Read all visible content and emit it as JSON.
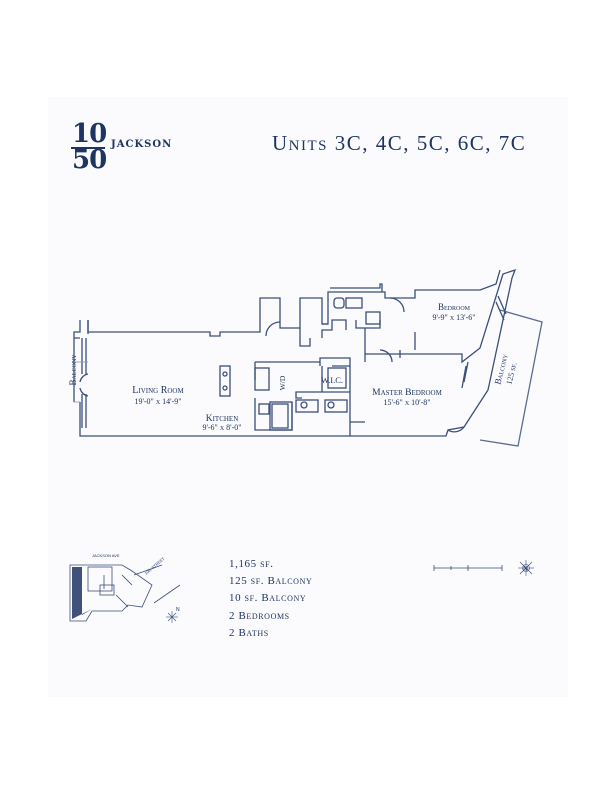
{
  "logo": {
    "top": "10",
    "bottom": "50",
    "word": "JACKSON"
  },
  "title": "Units 3C, 4C, 5C, 6C, 7C",
  "rooms": {
    "living": {
      "name": "Living Room",
      "dim": "19'-0\" x 14'-9\""
    },
    "kitchen": {
      "name": "Kitchen",
      "dim": "9'-6\" x 8'-0\""
    },
    "master": {
      "name": "Master Bedroom",
      "dim": "15'-6\" x 10'-8\""
    },
    "bedroom": {
      "name": "Bedroom",
      "dim": "9'-9\" x 13'-6\""
    },
    "wic": "W.I.C.",
    "wd": "W/D",
    "balcony_west": "Balcony",
    "balcony_east": "Balcony",
    "balcony_east_size": "125 sf."
  },
  "keyplan": {
    "street_north": "JACKSON AVE",
    "street_east": "10th STREET",
    "compass": "N"
  },
  "scale_compass": "N",
  "stats": [
    "1,165 sf.",
    "125 sf. Balcony",
    "10 sf. Balcony",
    "2 Bedrooms",
    "2 Baths"
  ],
  "colors": {
    "navy": "#1e3461",
    "line": "#3b4f7a",
    "light": "#c9d0de"
  }
}
